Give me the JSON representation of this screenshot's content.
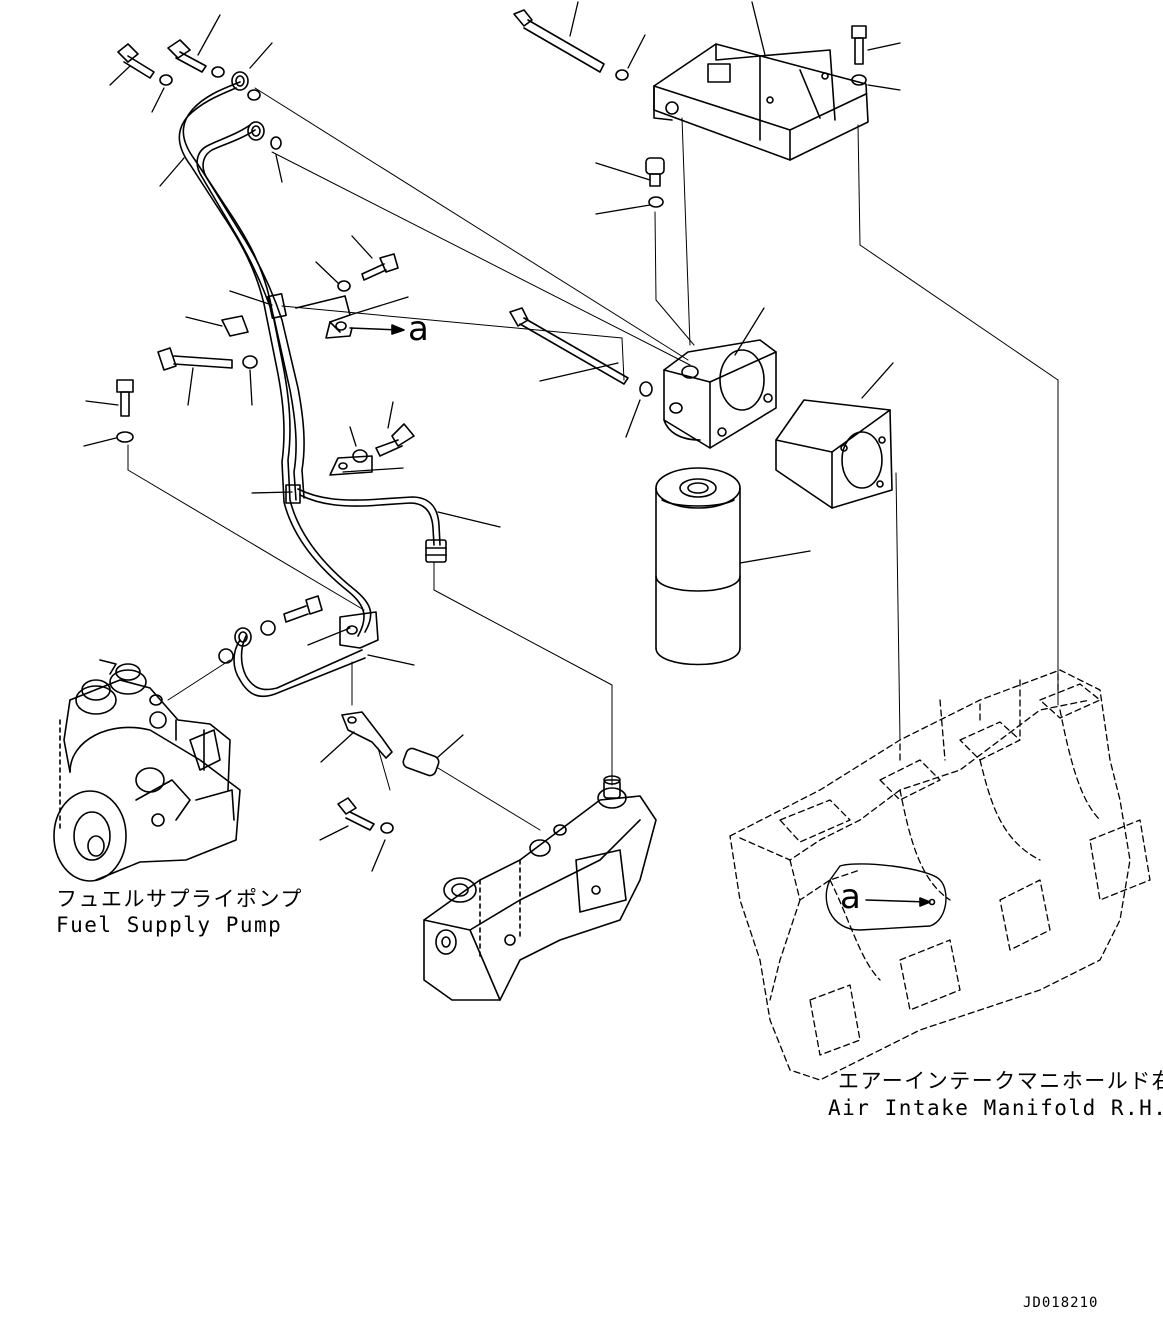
{
  "labels": {
    "fuel_supply_pump_jp": "フュエルサプライポンプ",
    "fuel_supply_pump_en": "Fuel Supply Pump",
    "air_intake_manifold_jp": "エアーインテークマニホールド右",
    "air_intake_manifold_en": "Air Intake Manifold R.H."
  },
  "detail_refs": {
    "clip_ref": "a",
    "manifold_ref": "a"
  },
  "drawing_number": "JD018210"
}
